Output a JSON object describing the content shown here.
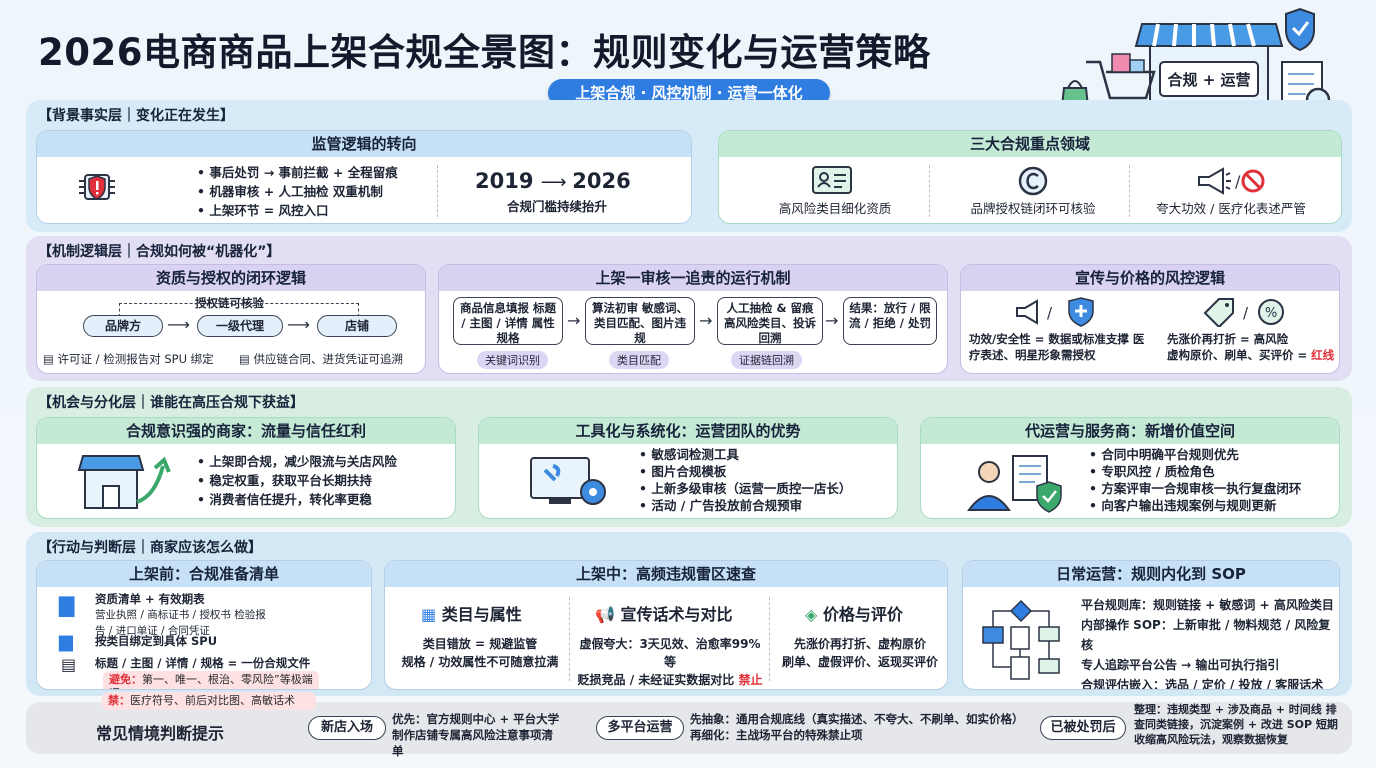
{
  "header": {
    "title": "2026电商商品上架合规全景图：规则变化与运营策略",
    "subtitle_pill": "上架合规 · 风控机制 · 运营一体化",
    "hero_sign": "合规 + 运营"
  },
  "layer1": {
    "label": "【背景事实层｜变化正在发生】",
    "shift": {
      "title": "监管逻辑的转向",
      "bullets": [
        "事后处罚 → 事前拦截 + 全程留痕",
        "机器审核 + 人工抽检 双重机制",
        "上架环节 = 风控入口"
      ],
      "year_from": "2019",
      "year_to": "2026",
      "caption": "合规门槛持续抬升"
    },
    "areas": {
      "title": "三大合规重点领域",
      "items": [
        "高风险类目细化资质",
        "品牌授权链闭环可核验",
        "夸大功效 / 医疗化表述严管"
      ]
    }
  },
  "layer2": {
    "label": "【机制逻辑层｜合规如何被“机器化”】",
    "closed_loop": {
      "title": "资质与授权的闭环逻辑",
      "chain_label": "授权链可核验",
      "nodes": [
        "品牌方",
        "一级代理",
        "店铺"
      ],
      "notes": [
        "许可证 / 检测报告对 SPU 绑定",
        "供应链合同、进货凭证可追溯"
      ]
    },
    "mechanism": {
      "title": "上架一审核一追责的运行机制",
      "steps": [
        "商品信息填报 标题 / 主图 / 详情 属性规格",
        "算法初审 敏感词、类目匹配、图片违规",
        "人工抽检 & 留痕 高风险类目、投诉回溯",
        "结果：放行 / 限流 / 拒绝 / 处罚"
      ],
      "chips": [
        "关键词识别",
        "类目匹配",
        "证据链回溯"
      ]
    },
    "risk": {
      "title": "宣传与价格的风控逻辑",
      "left": "功效/安全性 = 数据或标准支撑 医疗表述、明星形象需授权",
      "right_a": "先涨价再打折 = 高风险",
      "right_b": "虚构原价、刷单、买评价 = ",
      "right_red": "红线"
    }
  },
  "layer3": {
    "label": "【机会与分化层｜谁能在高压合规下获益】",
    "cards": [
      {
        "title": "合规意识强的商家：流量与信任红利",
        "bullets": [
          "上架即合规，减少限流与关店风险",
          "稳定权重，获取平台长期扶持",
          "消费者信任提升，转化率更稳"
        ]
      },
      {
        "title": "工具化与系统化：运营团队的优势",
        "bullets": [
          "敏感词检测工具",
          "图片合规模板",
          "上新多级审核（运营一质控一店长）",
          "活动 / 广告投放前合规预审"
        ]
      },
      {
        "title": "代运营与服务商：新增价值空间",
        "bullets": [
          "合同中明确平台规则优先",
          "专职风控 / 质检角色",
          "方案评审一合规审核一执行复盘闭环",
          "向客户输出违规案例与规则更新"
        ]
      }
    ]
  },
  "layer4": {
    "label": "【行动与判断层｜商家应该怎么做】",
    "before": {
      "title": "上架前：合规准备清单",
      "items": [
        {
          "head": "资质清单 + 有效期表",
          "sub": "营业执照 / 商标证书 / 授权书 检验报告 / 进口单证 / 合同凭证"
        },
        {
          "head": "按类目绑定到具体 SPU",
          "sub": ""
        },
        {
          "head": "标题 / 主图 / 详情 / 规格 = 一份合规文件",
          "sub": ""
        }
      ],
      "avoid_label": "避免：",
      "avoid_text": "第一、唯一、根治、零风险”等极端词",
      "ban_label": "禁：",
      "ban_text": "医疗符号、前后对比图、高敏话术"
    },
    "during": {
      "title": "上架中：高频违规雷区速查",
      "cols": [
        {
          "title": "类目与属性",
          "lines": [
            "类目错放 = 规避监管",
            "规格 / 功效属性不可随意拉满"
          ]
        },
        {
          "title": "宣传话术与对比",
          "lines": [
            "虚假夸大：3天见效、治愈率99% 等",
            "贬损竞品 / 未经证实数据对比 "
          ],
          "red": "禁止"
        },
        {
          "title": "价格与评价",
          "lines": [
            "先涨价再打折、虚构原价",
            "刷单、虚假评价、返现买评价"
          ]
        }
      ]
    },
    "daily": {
      "title": "日常运营：规则内化到 SOP",
      "lines": [
        "平台规则库：规则链接 + 敏感词 + 高风险类目",
        "内部操作 SOP：上新审批 / 物料规范 / 风险复核",
        "专人追踪平台公告 → 输出可执行指引",
        "合规评估嵌入：选品 / 定价 / 投放 / 客服话术"
      ]
    }
  },
  "layer5": {
    "label": "常见情境判断提示",
    "scenes": [
      {
        "tag": "新店入场",
        "text": "优先：官方规则中心 + 平台大学 制作店铺专属高风险注意事项清单"
      },
      {
        "tag": "多平台运营",
        "text": "先抽象：通用合规底线（真实描述、不夸大、不刷单、如实价格） 再细化：主战场平台的特殊禁止项"
      },
      {
        "tag": "已被处罚后",
        "text": "整理：违规类型 + 涉及商品 + 时间线 排查同类链接，沉淀案例 + 改进 SOP 短期收缩高风险玩法，观察数据恢复"
      }
    ]
  },
  "colors": {
    "accent": "#2f7de1",
    "red_line": "#e0303a",
    "layer1": "#d6eaf7",
    "layer2": "#e2def4",
    "layer3": "#d8eee2",
    "layer4": "#d3e8f5"
  }
}
